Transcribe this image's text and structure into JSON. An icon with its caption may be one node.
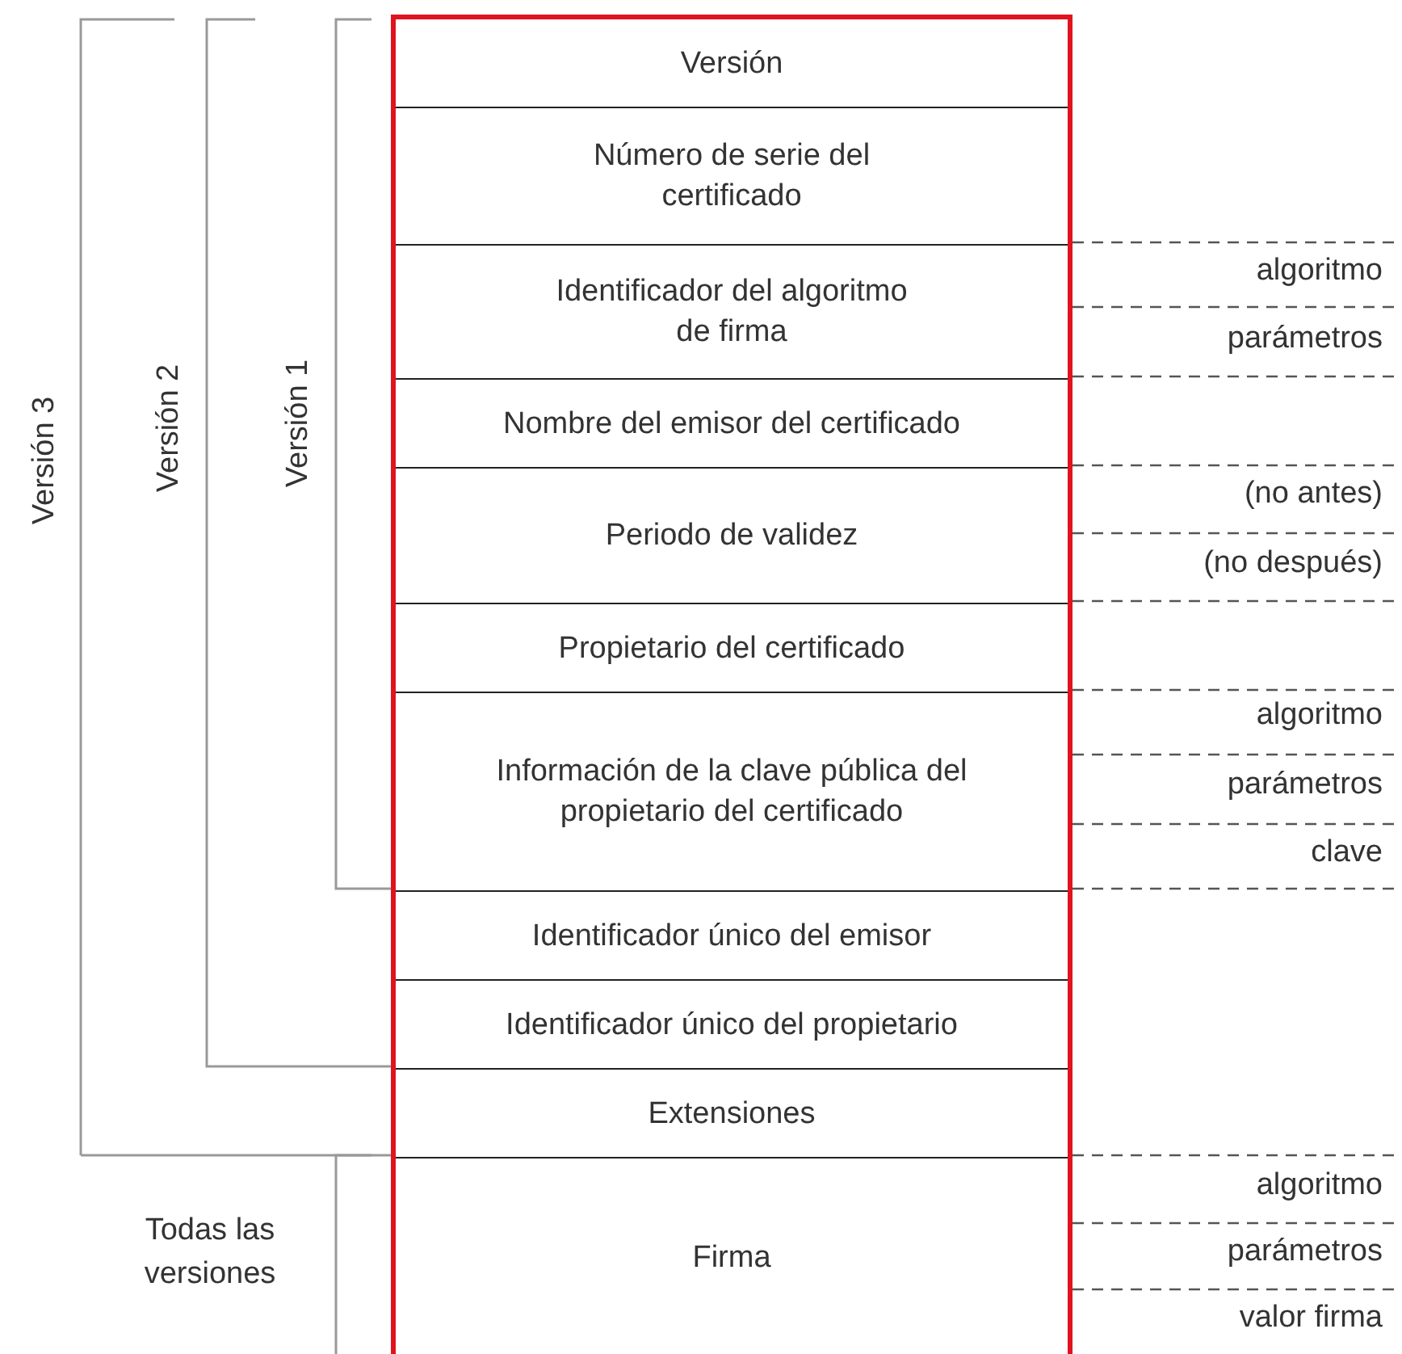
{
  "diagram": {
    "nodes": [
      {
        "text": [
          "Versión"
        ]
      },
      {
        "text": [
          "Número de serie del certificado"
        ]
      },
      {
        "text": [
          "Identificador del algoritmo de firma"
        ]
      },
      {
        "text": [
          "Nombre del emisor del certificado"
        ]
      },
      {
        "text": [
          "Periodo de validez"
        ]
      },
      {
        "text": [
          "Propietario del certificado"
        ]
      },
      {
        "text": [
          "Información de la clave pública del propietario del certificado"
        ]
      },
      {
        "text": [
          "Identificador único del emisor"
        ]
      },
      {
        "text": [
          "Identificador único del propietario"
        ]
      },
      {
        "text": [
          "Extensiones"
        ]
      },
      {
        "text": [
          "Firma"
        ]
      }
    ],
    "labels": [
      "Versión 3",
      "Versión 2",
      "Versión 1",
      "algoritmo",
      "parámetros",
      "(no antes)",
      "(no después)",
      "algoritmo",
      "parámetros",
      "clave",
      "Todas las versiones",
      "algoritmo",
      "parámetros",
      "valor firma"
    ]
  }
}
